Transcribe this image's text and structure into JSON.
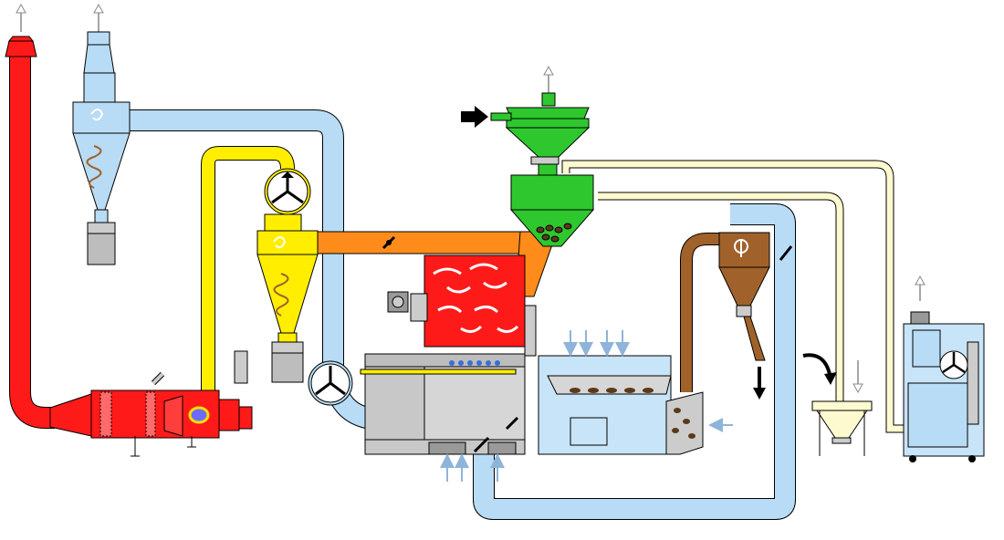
{
  "diagram": {
    "kind": "coffee roasting plant process schematic",
    "colors": {
      "hot_gas": "#ff1a1a",
      "cooling_air": "#b8dcf5",
      "exhaust_air": "#ffee00",
      "roaster_outlet": "#ff8c1a",
      "green_coffee": "#2ec82e",
      "destoner": "#a0622a",
      "pneumatic_line": "#fdfad0",
      "steel_gray": "#c8c8c8",
      "outline": "#000000"
    },
    "components": [
      {
        "id": "burner-stack",
        "icon": "stack-icon"
      },
      {
        "id": "cooling-cyclone",
        "icon": "cyclone-icon"
      },
      {
        "id": "chaff-cyclone",
        "icon": "cyclone-icon"
      },
      {
        "id": "exhaust-fan",
        "icon": "fan-icon"
      },
      {
        "id": "cooling-fan",
        "icon": "fan-icon"
      },
      {
        "id": "green-coffee-receiver",
        "icon": "hopper-icon"
      },
      {
        "id": "green-coffee-hopper",
        "icon": "hopper-icon"
      },
      {
        "id": "roasting-drum",
        "icon": "drum-icon"
      },
      {
        "id": "cooling-tray",
        "icon": "tray-icon"
      },
      {
        "id": "destoner-cyclone",
        "icon": "cyclone-icon"
      },
      {
        "id": "discharge-hopper",
        "icon": "hopper-icon"
      },
      {
        "id": "pneumatic-conveyor-unit",
        "icon": "vacuum-unit-icon"
      },
      {
        "id": "burner-afterburner",
        "icon": "burner-icon"
      }
    ]
  }
}
